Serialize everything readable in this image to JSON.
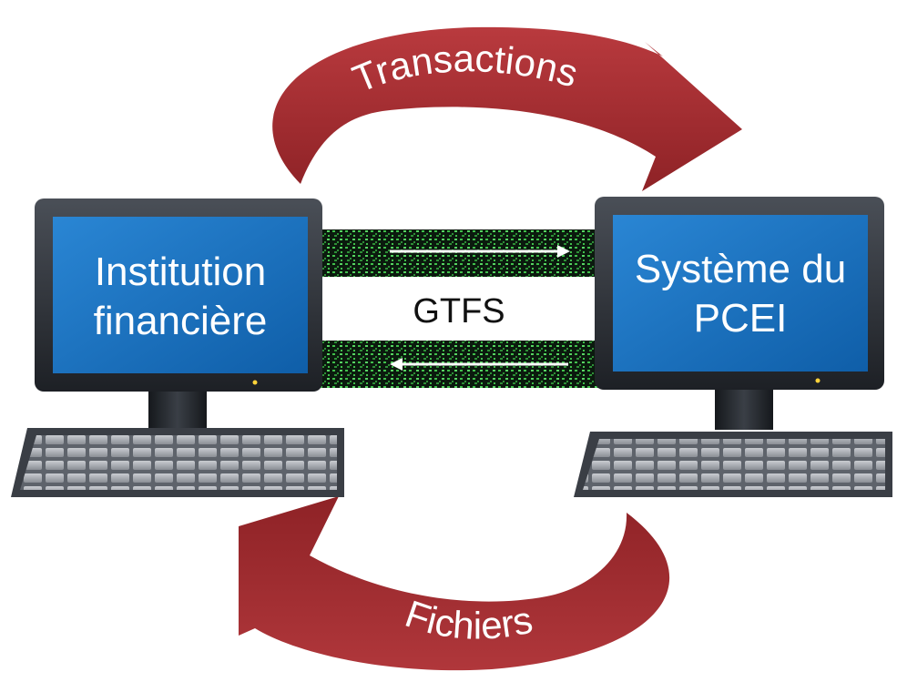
{
  "arrows": {
    "top_label": "Transactions",
    "bottom_label": "Fichiers"
  },
  "left_computer": {
    "line1": "Institution",
    "line2": "financière"
  },
  "right_computer": {
    "line1": "Système du",
    "line2": "PCEI"
  },
  "link": {
    "label": "GTFS"
  },
  "colors": {
    "arrow": "#a52a2f",
    "screen": "#1a73c2",
    "bezel": "#2b2f35",
    "data_band": "#0b1a0e",
    "data_digits": "#3fbf4a"
  }
}
